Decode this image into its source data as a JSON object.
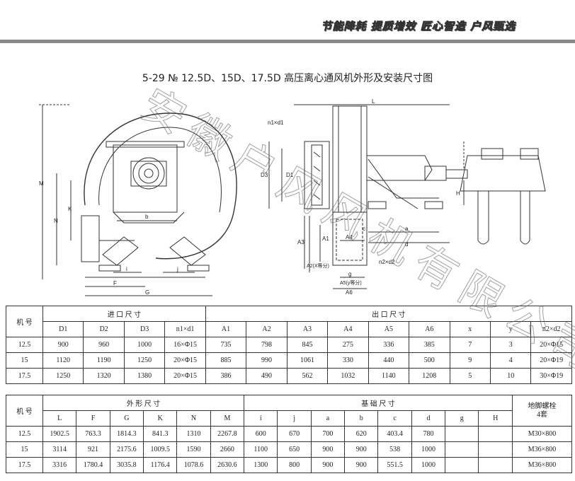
{
  "header": {
    "slogan": "节能降耗  提质增效  匠心智造  户风甄选"
  },
  "title": "5-29 № 12.5D、15D、17.5D 高压离心通风机外形及安装尺寸图",
  "watermark": "安徽户风风机有限公司",
  "drawing": {
    "labels": {
      "M": "M",
      "N": "N",
      "K": "K",
      "b": "b",
      "F": "F",
      "i": "i",
      "j": "j",
      "G": "G",
      "n1d1": "n1×d1",
      "D3": "D3",
      "D1": "D1",
      "L": "L",
      "A3": "A3",
      "A2": "A2(X等分)",
      "A1": "A1",
      "A4": "A4",
      "c": "c",
      "a": "a",
      "d": "d",
      "H": "H",
      "n2d2": "n2×d2",
      "g": "g",
      "A5": "A5(y等分)",
      "A6": "A6"
    }
  },
  "table1": {
    "corner": "机 号",
    "group_in": "进 口 尺 寸",
    "group_out": "出 口 尺 寸",
    "headers": [
      "D1",
      "D2",
      "D3",
      "n1×d1",
      "A1",
      "A2",
      "A3",
      "A4",
      "A5",
      "A6",
      "x",
      "y",
      "n2×d2"
    ],
    "rows": [
      [
        "12.5",
        "900",
        "960",
        "1000",
        "16×Φ15",
        "735",
        "798",
        "845",
        "275",
        "336",
        "385",
        "7",
        "3",
        "20×Φ15"
      ],
      [
        "15",
        "1120",
        "1190",
        "1250",
        "20×Φ15",
        "885",
        "990",
        "1061",
        "330",
        "440",
        "500",
        "9",
        "4",
        "20×Φ19"
      ],
      [
        "17.5",
        "1250",
        "1320",
        "1380",
        "20×Φ15",
        "386",
        "490",
        "562",
        "1032",
        "1140",
        "1208",
        "5",
        "10",
        "30×Φ19"
      ]
    ]
  },
  "table2": {
    "corner": "机 号",
    "group_outline": "外 形 尺 寸",
    "group_base": "基 础 尺 寸",
    "bolt_header": "地脚螺栓\n4套",
    "headers": [
      "L",
      "F",
      "G",
      "K",
      "N",
      "M",
      "i",
      "j",
      "a",
      "b",
      "c",
      "d",
      "g",
      "H"
    ],
    "rows": [
      [
        "12.5",
        "1902.5",
        "763.3",
        "1814.3",
        "841.3",
        "1310",
        "2267.8",
        "600",
        "670",
        "700",
        "620",
        "403.4",
        "780",
        "",
        "",
        "M30×800"
      ],
      [
        "15",
        "3114",
        "921",
        "2175.6",
        "1009.5",
        "1590",
        "2660",
        "1100",
        "650",
        "900",
        "900",
        "538",
        "1000",
        "",
        "",
        "M36×800"
      ],
      [
        "17.5",
        "3316",
        "1780.4",
        "3035.8",
        "1176.4",
        "1078.6",
        "2630.6",
        "1300",
        "800",
        "900",
        "900",
        "551.5",
        "1000",
        "",
        "",
        "M36×800"
      ]
    ]
  }
}
